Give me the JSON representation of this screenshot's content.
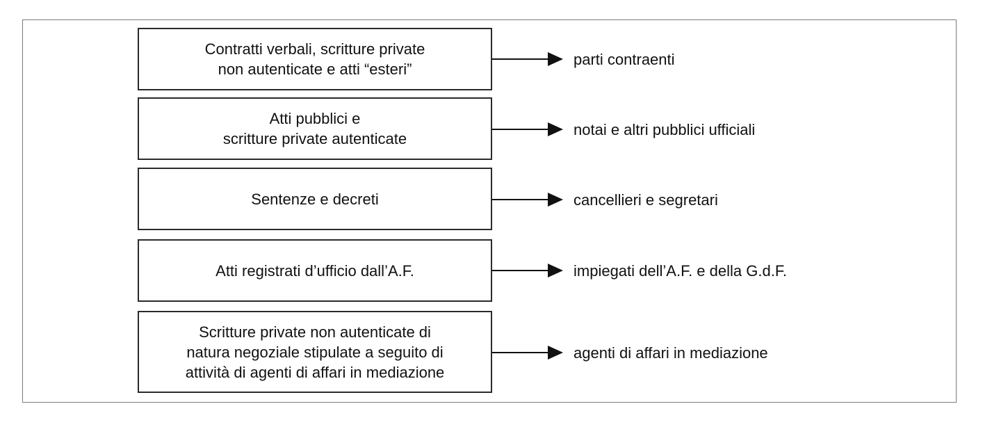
{
  "diagram": {
    "rows": [
      {
        "source": "Contratti verbali, scritture private\nnon autenticate e atti “esteri”",
        "target": "parti contraenti"
      },
      {
        "source": "Atti pubblici e\nscritture private autenticate",
        "target": "notai e altri pubblici ufficiali"
      },
      {
        "source": "Sentenze e decreti",
        "target": "cancellieri e segretari"
      },
      {
        "source": "Atti registrati d’ufficio dall’A.F.",
        "target": "impiegati dell’A.F. e della G.d.F."
      },
      {
        "source": "Scritture private non autenticate di\nnatura negoziale stipulate a seguito di\nattività di agenti di affari in mediazione",
        "target": "agenti di affari in mediazione"
      }
    ]
  }
}
